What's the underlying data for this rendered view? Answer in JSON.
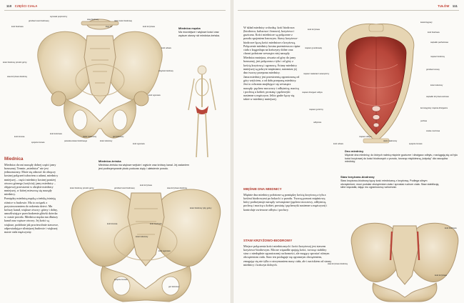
{
  "left_page": {
    "page_number": "110",
    "section": "CZĘŚCI CIAŁA",
    "pelvis_top_labels": [
      "wyrostek poprzeczny",
      "kość biodrowa",
      "talerz kości biodrowej",
      "kość krzyżowa",
      "kolec biodrowy przedni górny",
      "staw krzyżowo-biodrowy",
      "kość ogonowa",
      "wzgórek biodrowy",
      "kość udowa",
      "kość łonowa",
      "spojenie łonowe",
      "kość kulszowa",
      "panewka stawu biodrowego",
      "otwór zasłonowy",
      "kolec kulszowy",
      "guz kulszowy",
      "kość ogonowa",
      "staw biodrowy",
      "grzebień kości biodrowej",
      "kręg L5"
    ],
    "sidebar_title": "Miednica męska",
    "sidebar_text": "Ma mocniejsze i większe kości oraz węższe otwory niż miednica żeńska.",
    "main_heading": "Miednica",
    "main_text": [
      "Miednica chroni narządy dolnej części jamy brzusznej. Termin „miednica” nie jest jednoznaczny. Może się odnosić do obręczy kostnej połączeń tułowiem a udami, miednicy mniejszej – części miednicy kostnej poniżej otworu górnego (wejścia); jamy miednicy – objętowej przestrzeni w obrębie miednicy mniejszej, w której mieszczą się narządy miednicy.",
      "Pomiędzy miednicą męską a żeńską istnieją różnice w budowie. Ma to związek z przystosowaniem do rodzenia dzieci. Ma krótszy kanał, większe otwory: górny i dolny, umożliwiające przechodzenie główki dziecka w czasie porodu. Miednica męska ma dłuższy kanał oraz węższe otwory. Jej kości są większe, podobnie jak powierzchnie stawowe, odpowiadające silniejszej budowie i większej masie ciała mężczyzny."
    ],
    "female_heading": "Miednica żeńska",
    "female_text": "Miednica żeńska ma większe wejście i wyjście oraz krótszy kanał. Jej zadaniem jest podtrzymywanie płodu podczas ciąży i ułatwienie porodu.",
    "pelvis_bottom_labels": [
      "kolec biodrowy przedni górny",
      "grzebień kości biodrowej",
      "kość krzyżowa",
      "staw krzyżowo-biodrowy",
      "kolec biodrowy tylny górny",
      "kość łonowa",
      "kość biodrowa",
      "kolec kulszowy",
      "kość ogonowa",
      "spojenie łonowe",
      "guz kulszowy"
    ]
  },
  "right_page": {
    "page_number": "111",
    "section": "TUŁÓW",
    "intro_text": [
      "W skład miednicy wchodzą: kość biodrowa (biodrowa, kulszowa i łonowa), krzyżowa i guziczna. Kości miednicze są połączone z przodu spojeniem łonowym. Stawy krzyżowo-biodrowe łączą kości miednicze z krzyżową. Połączenie miednicy kostna przemieszcza ciężar ciała z kręgosłupa na kończyny dolne oraz chroni położone wewnątrz niej narządy.",
      "Miednica mniejsza, otwarta od góry do jamy brzusznej, jest połączona z tyłu i od góry z kością krzyżową i ogonową. Ściany miednicy mniejszej są pokryte mięśniami, natomiast jej dno tworzy przepona miednicy.",
      "Jama miednicy jest przestrzenią ograniczoną od góry wejściem, a od dołu przeponą miednicy. Jest to ochrania znajdujące się wewnątrz narządy: pęcherz moczowy i odbytnicę; macicę i pochwę u kobiet; prostatę i pęcherzyki nasienne u mężczyzn. Jelito grube łączy się także w miednicy mniejszej."
    ],
    "heading_floor": "MIĘŚNIE DNA MIEDNICY",
    "floor_text": "Mięśnie dna miednicy położone są pomiędzy kością krzyżową a tyłu a kośćmi biodrowymi po bokach i z przodu. Tworzą pomost mięśniowy, który podtrzymuje narządy wewnętrzne (pęcherz moczowy, odbytnicę, pochwę i macicę u kobiet, prostatę i pęcherzyki nasienne u mężczyzn) i kontroluje zwieracze odbytu i pochwy.",
    "heading_joint": "STAW KRZYŻOWO-BIODROWY",
    "joint_text": "Miejsce połączenia kości miednicznych i kości krzyżowej jest stawem krzyżowo-biodrowym. Mocne więzadła spajają kości, tworząc stabilny staw o niezbędnie ograniczonej ruchomości, ale mogący sprostać różnym obciążeniom ciała. Staw ten posługuje się ogromnym obciążeniem, zmagając się nie tylko z utrzymaniem masy ciała, ale i naciskiem od strony miednicy i kończyn dolnych.",
    "muscle_labels": [
      "kanał kręgowy",
      "kość biodrowa",
      "więzadło pachwinowe",
      "mięsień gruszkowaty",
      "kość krzyżowa",
      "mięsień biodrowy",
      "grzebień łonowy",
      "mięsień zasłaniacz wewnętrzny",
      "mięsień dźwigacz odbytu",
      "mięsień guziczny",
      "kolec kulszowy",
      "więzadło krzyżowo-kolcowe",
      "łuk ścięgnisty mięśnia dźwigacza",
      "odbytnica",
      "pochwa",
      "cewka moczowa",
      "otwór zasłonowy",
      "kość udowa",
      "spojenie łonowe",
      "mięsień odbytu"
    ],
    "muscle_caption_title": "Dno miednicy",
    "muscle_caption_text": "Mięśnie dna miednicy, do których należą mięśnie guziczne i dźwigacz odbytu, rozciągają się od tyłu kości krzyżowej do kości biodrowych z przodu, tworząc miękkiesną „kołyskę” dla narządów miednicy.",
    "joint_caption_title": "Staw krzyżowo-biodrowy",
    "joint_caption_text": "Staw krzyżowo-biodrowy łączy kość miedniczną z krzyżową. Podlega silnym obciążeniom; musi podołać obciążeniom ciała i sprostać ruchom ciała. Staw stabilizują silne więzadła, dając mu ograniczoną ruchomość.",
    "joint_labels": [
      "kość biodrowa",
      "staw krzyżowo-biodrowy",
      "kość krzyżowa"
    ]
  },
  "colors": {
    "bone": "#e9dcc1",
    "bone_shade": "#cdbb97",
    "muscle": "#b8463a",
    "heading_red": "#b03a2e"
  }
}
